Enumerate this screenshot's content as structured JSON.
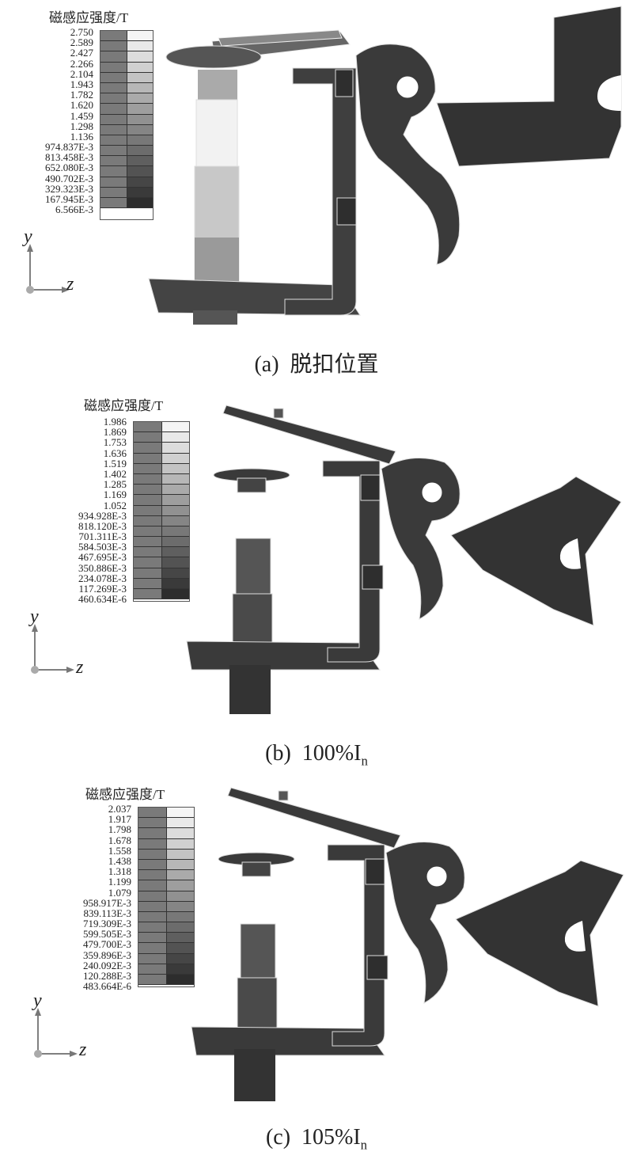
{
  "panels": [
    {
      "legend_title": "磁感应强度/T",
      "legend_values": [
        "2.750",
        "2.589",
        "2.427",
        "2.266",
        "2.104",
        "1.943",
        "1.782",
        "1.620",
        "1.459",
        "1.298",
        "1.136",
        "974.837E-3",
        "813.458E-3",
        "652.080E-3",
        "490.702E-3",
        "329.323E-3",
        "167.945E-3",
        "6.566E-3"
      ],
      "axis_y": "y",
      "axis_z": "z",
      "caption_label": "(a)",
      "caption_text": "脱扣位置",
      "caption_sub": ""
    },
    {
      "legend_title": "磁感应强度/T",
      "legend_values": [
        "1.986",
        "1.869",
        "1.753",
        "1.636",
        "1.519",
        "1.402",
        "1.285",
        "1.169",
        "1.052",
        "934.928E-3",
        "818.120E-3",
        "701.311E-3",
        "584.503E-3",
        "467.695E-3",
        "350.886E-3",
        "234.078E-3",
        "117.269E-3",
        "460.634E-6"
      ],
      "axis_y": "y",
      "axis_z": "z",
      "caption_label": "(b)",
      "caption_text": "100%I",
      "caption_sub": "n"
    },
    {
      "legend_title": "磁感应强度/T",
      "legend_values": [
        "2.037",
        "1.917",
        "1.798",
        "1.678",
        "1.558",
        "1.438",
        "1.318",
        "1.199",
        "1.079",
        "958.917E-3",
        "839.113E-3",
        "719.309E-3",
        "599.505E-3",
        "479.700E-3",
        "359.896E-3",
        "240.092E-3",
        "120.288E-3",
        "483.664E-6"
      ],
      "axis_y": "y",
      "axis_z": "z",
      "caption_label": "(c)",
      "caption_text": "105%I",
      "caption_sub": "n"
    }
  ],
  "colors": {
    "part_dark": "#3a3a3a",
    "part_mid": "#555555",
    "part_light": "#e6e6e6",
    "legend_gray": "#7a7a7a"
  }
}
